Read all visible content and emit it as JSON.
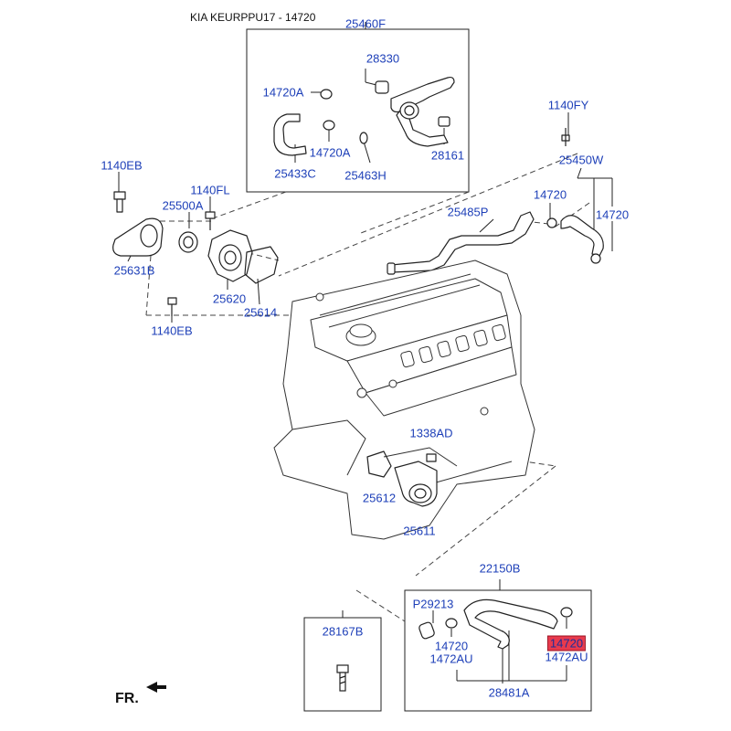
{
  "header": {
    "title": "KIA KEURPPU17 - 14720"
  },
  "orientation": {
    "label": "FR."
  },
  "highlight_color": "#e83a4d",
  "label_color": "#1d3fb8",
  "labels": {
    "p25460F": "25460F",
    "p28330": "28330",
    "p14720A_top": "14720A",
    "p14720A_mid": "14720A",
    "p25433C": "25433C",
    "p25463H": "25463H",
    "p28161": "28161",
    "p1140FY": "1140FY",
    "p25450W": "25450W",
    "p14720_r1": "14720",
    "p14720_r2": "14720",
    "p25485P": "25485P",
    "p1140EB_top": "1140EB",
    "p1140FL": "1140FL",
    "p25500A": "25500A",
    "p25631B": "25631B",
    "p25620": "25620",
    "p25614": "25614",
    "p1140EB_low": "1140EB",
    "p1338AD": "1338AD",
    "p25612": "25612",
    "p25611": "25611",
    "p22150B": "22150B",
    "p28167B": "28167B",
    "pP29213": "P29213",
    "p14720_bl": "14720",
    "p1472AU_l": "1472AU",
    "p14720_br": "14720",
    "p1472AU_r": "1472AU",
    "p28481A": "28481A"
  }
}
